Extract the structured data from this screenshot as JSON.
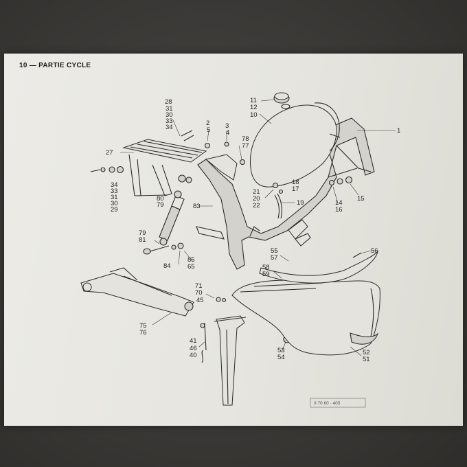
{
  "header": {
    "title": "10 — PARTIE CYCLE"
  },
  "stamp": {
    "text": "9 70 60 · 405"
  },
  "callouts": [
    {
      "id": "c1",
      "text": "1"
    },
    {
      "id": "c2",
      "text": "2"
    },
    {
      "id": "c3",
      "text": "3"
    },
    {
      "id": "c4",
      "text": "4"
    },
    {
      "id": "c5",
      "text": "5"
    },
    {
      "id": "c10",
      "text": "10"
    },
    {
      "id": "c11",
      "text": "11"
    },
    {
      "id": "c12",
      "text": "12"
    },
    {
      "id": "c14",
      "text": "14"
    },
    {
      "id": "c15",
      "text": "15"
    },
    {
      "id": "c16",
      "text": "16"
    },
    {
      "id": "c17",
      "text": "17"
    },
    {
      "id": "c18",
      "text": "18"
    },
    {
      "id": "c19",
      "text": "19"
    },
    {
      "id": "c20",
      "text": "20"
    },
    {
      "id": "c21",
      "text": "21"
    },
    {
      "id": "c22",
      "text": "22"
    },
    {
      "id": "c27",
      "text": "27"
    },
    {
      "id": "c28",
      "text": "28"
    },
    {
      "id": "c29",
      "text": "29"
    },
    {
      "id": "c30a",
      "text": "30"
    },
    {
      "id": "c30b",
      "text": "30"
    },
    {
      "id": "c31a",
      "text": "31"
    },
    {
      "id": "c31b",
      "text": "31"
    },
    {
      "id": "c33a",
      "text": "33"
    },
    {
      "id": "c33b",
      "text": "33"
    },
    {
      "id": "c34a",
      "text": "34"
    },
    {
      "id": "c34b",
      "text": "34"
    },
    {
      "id": "c40",
      "text": "40"
    },
    {
      "id": "c41",
      "text": "41"
    },
    {
      "id": "c45",
      "text": "45"
    },
    {
      "id": "c46",
      "text": "46"
    },
    {
      "id": "c51",
      "text": "51"
    },
    {
      "id": "c52",
      "text": "52"
    },
    {
      "id": "c53",
      "text": "53"
    },
    {
      "id": "c54",
      "text": "54"
    },
    {
      "id": "c55",
      "text": "55"
    },
    {
      "id": "c56",
      "text": "56"
    },
    {
      "id": "c57",
      "text": "57"
    },
    {
      "id": "c58",
      "text": "58"
    },
    {
      "id": "c59",
      "text": "59"
    },
    {
      "id": "c65",
      "text": "65"
    },
    {
      "id": "c70",
      "text": "70"
    },
    {
      "id": "c71",
      "text": "71"
    },
    {
      "id": "c75",
      "text": "75"
    },
    {
      "id": "c76",
      "text": "76"
    },
    {
      "id": "c77",
      "text": "77"
    },
    {
      "id": "c78",
      "text": "78"
    },
    {
      "id": "c79a",
      "text": "79"
    },
    {
      "id": "c79b",
      "text": "79"
    },
    {
      "id": "c80",
      "text": "80"
    },
    {
      "id": "c81",
      "text": "81"
    },
    {
      "id": "c83",
      "text": "83"
    },
    {
      "id": "c84",
      "text": "84"
    },
    {
      "id": "c85",
      "text": "85"
    }
  ]
}
